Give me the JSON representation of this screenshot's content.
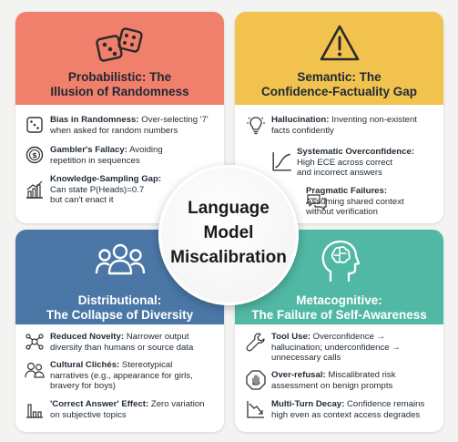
{
  "center": {
    "line1": "Language",
    "line2": "Model",
    "line3": "Miscalibration"
  },
  "cards": {
    "probabilistic": {
      "title1": "Probabilistic: The",
      "title2": "Illusion of Randomness",
      "color": "#f07f6b",
      "items": [
        {
          "bold": "Bias in Randomness:",
          "text1": " Over-selecting '7'",
          "text2": "when asked for random numbers",
          "icon": "dice-outline-icon"
        },
        {
          "bold": "Gambler's Fallacy:",
          "text1": " Avoiding",
          "text2": "repetition in sequences",
          "icon": "coin-icon"
        },
        {
          "bold": "Knowledge-Sampling Gap:",
          "text1": "Can state P(Heads)=0.7",
          "text2": "but can't enact it",
          "icon": "bar-chart-icon"
        }
      ]
    },
    "semantic": {
      "title1": "Semantic: The",
      "title2": "Confidence-Factuality Gap",
      "color": "#f2c24f",
      "items": [
        {
          "bold": "Hallucination:",
          "text1": " Inventing non-existent",
          "text2": "facts confidently",
          "icon": "lightbulb-icon"
        },
        {
          "bold": "Systematic Overconfidence:",
          "text1": "High ECE across correct",
          "text2": "and incorrect answers",
          "icon": "curve-chart-icon"
        },
        {
          "bold": "Pragmatic Failures:",
          "text1": "Assuming shared context",
          "text2": "without verification",
          "icon": "chat-bubbles-icon"
        }
      ]
    },
    "distributional": {
      "title1": "Distributional:",
      "title2": "The Collapse of Diversity",
      "color": "#4b77a7",
      "items": [
        {
          "bold": "Reduced Novelty:",
          "text1": " Narrower output",
          "text2": "diversity than humans or source data",
          "icon": "network-icon"
        },
        {
          "bold": "Cultural Clichés:",
          "text1": " Stereotypical",
          "text2": "narratives (e.g., appearance for girls,",
          "text3": "bravery for boys)",
          "icon": "people-pair-icon"
        },
        {
          "bold": "'Correct Answer' Effect:",
          "text1": " Zero variation",
          "text2": "on subjective topics",
          "icon": "flat-bars-icon"
        }
      ]
    },
    "metacognitive": {
      "title1": "Metacognitive:",
      "title2": "The Failure of Self-Awareness",
      "color": "#50b8a4",
      "items": [
        {
          "bold": "Tool Use:",
          "text1": " Overconfidence →",
          "text2": "hallucination; underconfidence →",
          "text3": "unnecessary calls",
          "icon": "wrench-icon"
        },
        {
          "bold": "Over-refusal:",
          "text1": " Miscalibrated risk",
          "text2": "assessment on benign prompts",
          "icon": "stop-hand-icon"
        },
        {
          "bold": "Multi-Turn Decay:",
          "text1": " Confidence remains",
          "text2": "high even as context access degrades",
          "icon": "decline-chart-icon"
        }
      ]
    }
  }
}
